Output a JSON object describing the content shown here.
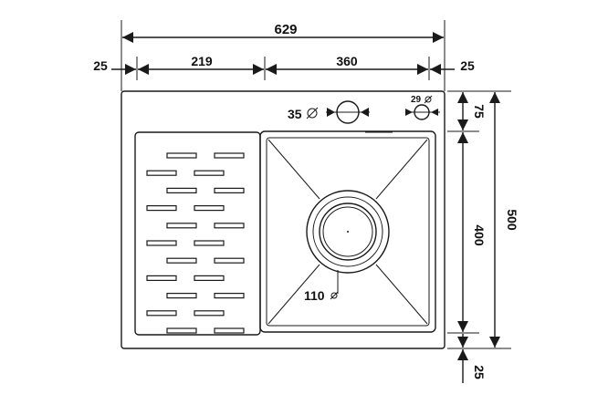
{
  "dimensions": {
    "overall_width": "629",
    "left_margin": "25",
    "drainboard_width": "219",
    "bowl_width": "360",
    "right_margin": "25",
    "overall_height": "500",
    "tap_offset": "75",
    "bowl_height": "400",
    "bottom_margin": "25"
  },
  "holes": {
    "tap_hole": "35",
    "overflow_hole": "29",
    "drain_hole": "110"
  },
  "colors": {
    "line": "#1a1a1a",
    "background": "#ffffff"
  }
}
